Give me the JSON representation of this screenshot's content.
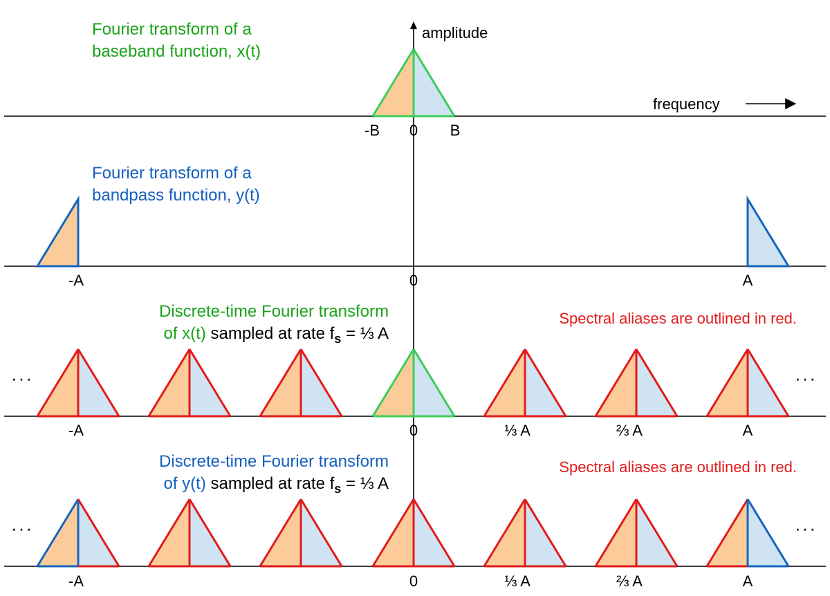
{
  "axis": {
    "amplitude_label": "amplitude",
    "frequency_label": "frequency"
  },
  "panel1": {
    "caption_line1": "Fourier transform of a",
    "caption_line2": "baseband function, x(t)",
    "ticks": {
      "neg_b": "-B",
      "zero": "0",
      "pos_b": "B"
    }
  },
  "panel2": {
    "caption_line1": "Fourier transform of a",
    "caption_line2": "bandpass function, y(t)",
    "ticks": {
      "neg_a": "-A",
      "zero": "0",
      "pos_a": "A"
    }
  },
  "panel3": {
    "caption_line1": "Discrete-time Fourier transform",
    "caption_line2_colored": "of x(t)",
    "caption_line2_rest": " sampled at rate f",
    "caption_sub": "s",
    "caption_tail": " = ⅓ A",
    "note": "Spectral aliases are outlined in red.",
    "ellipsis": "···",
    "ticks": {
      "neg_a": "-A",
      "zero": "0",
      "third_a": "⅓ A",
      "two_thirds_a": "⅔ A",
      "pos_a": "A"
    }
  },
  "panel4": {
    "caption_line1": "Discrete-time Fourier transform",
    "caption_line2_colored": "of y(t)",
    "caption_line2_rest": " sampled at rate f",
    "caption_sub": "s",
    "caption_tail": " = ⅓ A",
    "note": "Spectral aliases are outlined in red.",
    "ellipsis": "···",
    "ticks": {
      "neg_a": "-A",
      "zero": "0",
      "third_a": "⅓ A",
      "two_thirds_a": "⅔ A",
      "pos_a": "A"
    }
  },
  "colors": {
    "baseband_outline": "#3dcc5a",
    "bandpass_outline": "#1565c0",
    "alias_outline": "#e31a1a",
    "negative_half_fill": "#fbcc9a",
    "positive_half_fill": "#cfe3f2",
    "caption_green": "#1aa31a",
    "caption_blue": "#1560bd",
    "note_red": "#e31a1a"
  },
  "spectra": {
    "sample_rate": "⅓ A",
    "dtft_x_copies": [
      {
        "center": "-A",
        "outline": "alias"
      },
      {
        "center": "-⅔ A",
        "outline": "alias"
      },
      {
        "center": "-⅓ A",
        "outline": "alias"
      },
      {
        "center": "0",
        "outline": "baseband"
      },
      {
        "center": "⅓ A",
        "outline": "alias"
      },
      {
        "center": "⅔ A",
        "outline": "alias"
      },
      {
        "center": "A",
        "outline": "alias"
      }
    ],
    "dtft_y_copies": [
      {
        "center": "-A",
        "outline": "bandpass-negative"
      },
      {
        "center": "-⅔ A",
        "outline": "alias"
      },
      {
        "center": "-⅓ A",
        "outline": "alias"
      },
      {
        "center": "0",
        "outline": "alias"
      },
      {
        "center": "⅓ A",
        "outline": "alias"
      },
      {
        "center": "⅔ A",
        "outline": "alias"
      },
      {
        "center": "A",
        "outline": "bandpass-positive"
      }
    ]
  }
}
